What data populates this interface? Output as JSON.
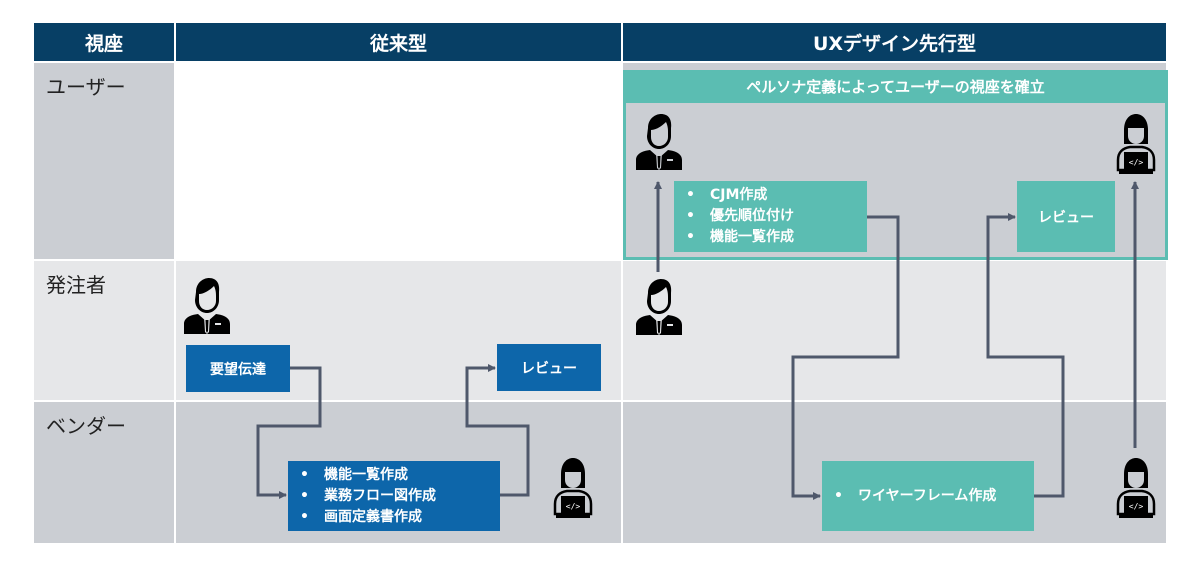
{
  "header": {
    "col_viewpoint": "視座",
    "col_traditional": "従来型",
    "col_ux_first": "UXデザイン先行型"
  },
  "rows": {
    "user": "ユーザー",
    "client": "発注者",
    "vendor": "ベンダー"
  },
  "traditional": {
    "request": "要望伝達",
    "review": "レビュー",
    "vendor_tasks": [
      "機能一覧作成",
      "業務フロー図作成",
      "画面定義書作成"
    ]
  },
  "ux_first": {
    "persona_banner": "ペルソナ定義によってユーザーの視座を確立",
    "client_tasks": [
      "CJM作成",
      "優先順位付け",
      "機能一覧作成"
    ],
    "review": "レビュー",
    "vendor_tasks": [
      "ワイヤーフレーム作成"
    ]
  },
  "colors": {
    "header_bg": "#073f65",
    "blue_box": "#0d66aa",
    "teal_box": "#5bbdb2",
    "connector": "#4f586b",
    "row_dark": "#cbced3",
    "row_light": "#e6e7e9"
  },
  "icons": {
    "client": "businessman-icon",
    "vendor": "developer-laptop-icon"
  }
}
